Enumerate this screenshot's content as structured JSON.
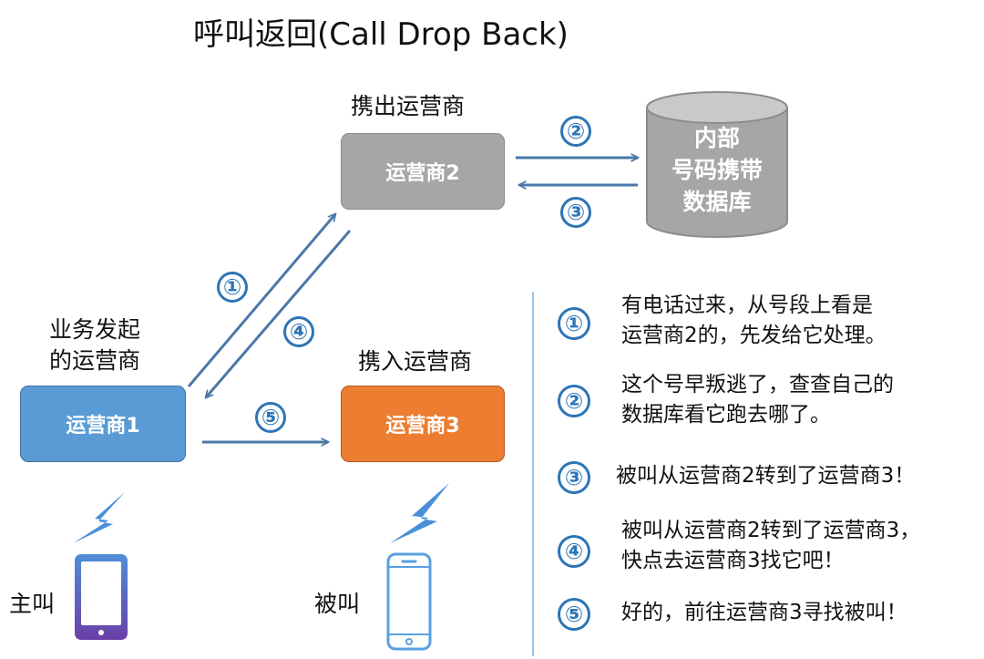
{
  "title": "呼叫返回(Call Drop Back)",
  "labels": {
    "donor": "携出运营商",
    "originating_line1": "业务发起",
    "originating_line2": "的运营商",
    "recipient": "携入运营商",
    "caller": "主叫",
    "callee": "被叫"
  },
  "boxes": {
    "operator1": "运营商1",
    "operator2": "运营商2",
    "operator3": "运营商3"
  },
  "database": {
    "line1": "内部",
    "line2": "号码携带",
    "line3": "数据库"
  },
  "arrow_markers": [
    "①",
    "②",
    "③",
    "④",
    "⑤"
  ],
  "steps": [
    {
      "num": "①",
      "line1": "有电话过来，从号段上看是",
      "line2": "运营商2的，先发给它处理。"
    },
    {
      "num": "②",
      "line1": "这个号早叛逃了，查查自己的",
      "line2": "数据库看它跑去哪了。"
    },
    {
      "num": "③",
      "line1": "被叫从运营商2转到了运营商3！",
      "line2": ""
    },
    {
      "num": "④",
      "line1": "被叫从运营商2转到了运营商3，",
      "line2": "快点去运营商3找它吧！"
    },
    {
      "num": "⑤",
      "line1": "好的，前往运营商3寻找被叫！",
      "line2": ""
    }
  ],
  "colors": {
    "arrow": "#4a79a8",
    "operator1": "#5b9bd5",
    "operator2": "#a6a6a6",
    "operator3": "#ed7d31",
    "database": "#a6a6a6",
    "marker": "#2e75b6",
    "lightning": "#4a90d9"
  },
  "icons": {
    "caller_device": "tablet-icon",
    "callee_device": "phone-icon",
    "signal": "lightning-icon"
  }
}
